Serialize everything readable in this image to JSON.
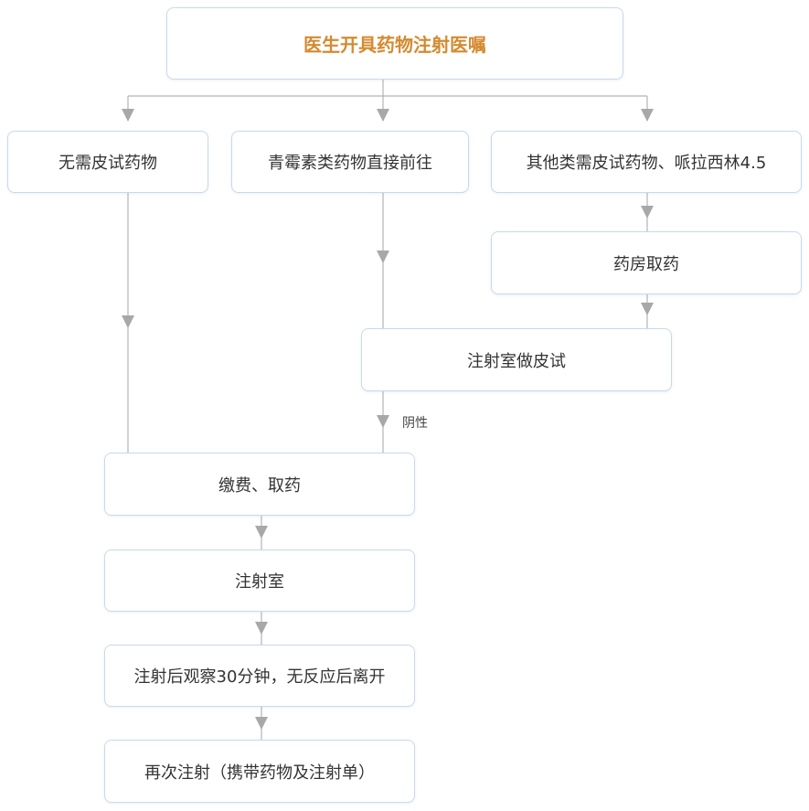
{
  "nodes": {
    "title": "医生开具药物注射医嘱",
    "no_skin_test": "无需皮试药物",
    "penicillin_direct": "青霉素类药物直接前往",
    "other_skin_test": "其他类需皮试药物、哌拉西林4.5",
    "pharmacy_pickup": "药房取药",
    "skin_test_room": "注射室做皮试",
    "pay_pickup": "缴费、取药",
    "injection_room": "注射室",
    "observe": "注射后观察30分钟，无反应后离开",
    "next_injection": "再次注射（携带药物及注射单）"
  },
  "edge_labels": {
    "negative": "阴性"
  }
}
